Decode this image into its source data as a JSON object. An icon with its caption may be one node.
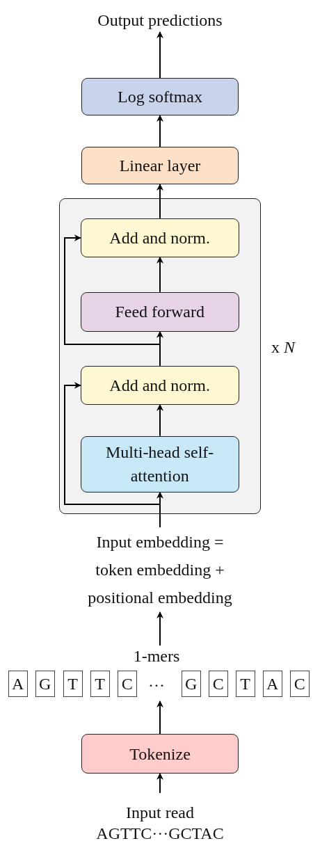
{
  "diagram": {
    "nodes": [
      {
        "text": [
          "Output predictions"
        ]
      },
      {
        "text": [
          "Log softmax"
        ]
      },
      {
        "text": [
          "Linear layer"
        ]
      },
      {
        "text": [],
        "shape": "box",
        "beside": [
          "x *N*"
        ]
      },
      {
        "text": [
          "Add and norm."
        ],
        "in": 3
      },
      {
        "text": [
          "Feed forward"
        ],
        "in": 3
      },
      {
        "text": [
          "Add and norm."
        ],
        "in": 3
      },
      {
        "text": [
          "Multi-head self-attention"
        ],
        "in": 3
      },
      {
        "text": [
          "Input embedding = token embedding + positional embedding"
        ]
      },
      {
        "text": [
          "1-mers",
          "···"
        ]
      },
      {
        "text": [
          "A"
        ],
        "in": 9
      },
      {
        "text": [
          "G"
        ],
        "in": 9
      },
      {
        "text": [
          "T"
        ],
        "in": 9
      },
      {
        "text": [
          "T"
        ],
        "in": 9
      },
      {
        "text": [
          "C"
        ],
        "in": 9
      },
      {
        "text": [
          "G"
        ],
        "in": 9
      },
      {
        "text": [
          "C"
        ],
        "in": 9
      },
      {
        "text": [
          "T"
        ],
        "in": 9
      },
      {
        "text": [
          "A"
        ],
        "in": 9
      },
      {
        "text": [
          "C"
        ],
        "in": 9
      },
      {
        "text": [
          "Tokenize"
        ]
      },
      {
        "text": [
          "Input read",
          "AGTTC···GCTAC"
        ]
      }
    ],
    "edges": [
      {
        "from": 1,
        "to": 0,
        "arrow": "to"
      },
      {
        "from": 2,
        "to": 1,
        "arrow": "to"
      },
      {
        "from": 4,
        "to": 2,
        "arrow": "to"
      },
      {
        "from": 5,
        "to": 4,
        "arrow": "to"
      },
      {
        "from": 6,
        "to": 5,
        "arrow": "to"
      },
      {
        "from": 7,
        "to": 6,
        "arrow": "to"
      },
      {
        "from": 8,
        "to": 7,
        "arrow": "to"
      },
      {
        "from": 8,
        "to": 6,
        "arrow": "to"
      },
      {
        "from": 6,
        "to": 4,
        "arrow": "to"
      },
      {
        "from": 9,
        "to": 8,
        "arrow": "to"
      },
      {
        "from": 20,
        "to": 9,
        "arrow": "to"
      },
      {
        "from": 21,
        "to": 20,
        "arrow": "to"
      }
    ]
  }
}
